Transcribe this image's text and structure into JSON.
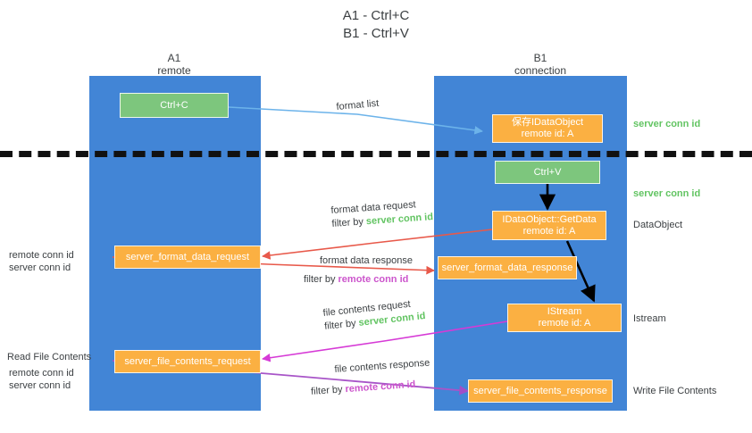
{
  "title": {
    "line1": "A1 - Ctrl+C",
    "line2": "B1 - Ctrl+V"
  },
  "columns": [
    {
      "name": "A1",
      "sub": "remote"
    },
    {
      "name": "B1",
      "sub": "connection"
    }
  ],
  "nodes": {
    "ctrl_c": "Ctrl+C",
    "ctrl_v": "Ctrl+V",
    "save_idataobject_l1": "保存IDataObject",
    "save_idataobject_l2": "remote id: A",
    "getdata_l1": "IDataObject::GetData",
    "getdata_l2": "remote id: A",
    "istream_l1": "IStream",
    "istream_l2": "remote id: A",
    "server_format_data_request": "server_format_data_request",
    "server_format_data_response": "server_format_data_response",
    "server_file_contents_request": "server_file_contents_request",
    "server_file_contents_response": "server_file_contents_response"
  },
  "annotations": {
    "format_list": "format list",
    "format_data_request": "format data request",
    "format_data_request_filter_prefix": "filter by ",
    "format_data_request_filter_key": "server conn id",
    "format_data_response": "format data response",
    "format_data_response_filter_prefix": "filter by ",
    "format_data_response_filter_key": "remote conn id",
    "file_contents_request": "file contents request",
    "file_contents_request_filter_prefix": "filter by ",
    "file_contents_request_filter_key": "server conn id",
    "file_contents_response": "file contents response",
    "file_contents_response_filter_prefix": "filter by ",
    "file_contents_response_filter_key": "remote conn id"
  },
  "right_labels": {
    "server_conn_id_1": "server conn id",
    "server_conn_id_2": "server conn id",
    "dataobject": "DataObject",
    "istream": "Istream",
    "write_file_contents": "Write File Contents"
  },
  "left_labels": {
    "remote_conn_id_1": "remote conn id",
    "server_conn_id_1": "server conn id",
    "read_file_contents": "Read File Contents",
    "remote_conn_id_2": "remote conn id",
    "server_conn_id_2": "server conn id"
  },
  "colors": {
    "lane": "#4285d6",
    "green_node": "#7dc67d",
    "orange_node": "#fbb042",
    "green_text": "#62c462",
    "purple_text": "#cc55cc",
    "arrow_blue": "#6cb3ea",
    "arrow_red": "#e8594a",
    "arrow_magenta": "#d63ad6",
    "arrow_purple": "#a04fc8",
    "arrow_black": "#000000",
    "separator": "#111111"
  }
}
